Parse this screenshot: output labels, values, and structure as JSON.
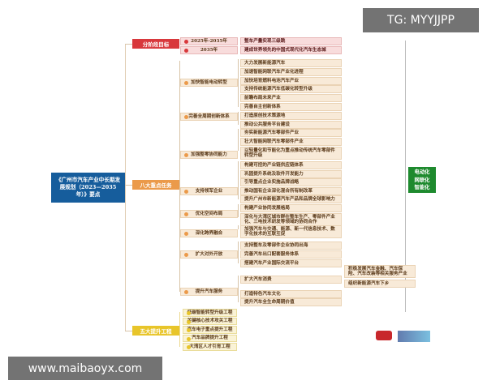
{
  "root": "《广州市汽车产业中长期发展规划（2023—2035年）》要点",
  "categories": [
    {
      "label": "分阶段目标",
      "color": "#d8383c"
    },
    {
      "label": "八大重点任务",
      "color": "#eb9a4a"
    },
    {
      "label": "五大提升工程",
      "color": "#e8c52a"
    }
  ],
  "stage_goals": [
    {
      "period": "2025年-2035年",
      "goal": "整车产量实现三级跳"
    },
    {
      "period": "2035年",
      "goal": "建成世界领先的中国式现代化汽车生态城"
    }
  ],
  "tasks": [
    {
      "label": "加快智能电动转型",
      "items": [
        "大力发展新能源汽车",
        "加速智能网联汽车产业化进程",
        "加快培育燃料电池汽车产业",
        "支持传统能源汽车低碳化转型升级",
        "前瞻布局未来产业",
        "完善自主创新体系"
      ]
    },
    {
      "label": "完善全周期创新体系",
      "items": [
        "打造原创技术策源地",
        "推动公共服务平台建设"
      ]
    },
    {
      "label": "加强整零协同能力",
      "items": [
        "夯实新能源汽车零部件产业",
        "壮大智能网联汽车零部件产业",
        "以轻量化和节能化为重点推动传统汽车零部件转型升级"
      ]
    },
    {
      "label": "支持领军企业",
      "items": [
        "构建可控的产业链供应链体系",
        "巩固提升系统及软件开发能力",
        "引导重点企业实施品牌战略",
        "推动国有企业深化混合所有制改革",
        "提升广州市新能源汽车产品和品牌全球影响力"
      ]
    },
    {
      "label": "优化空间布局",
      "items": [
        "构建产业协同发展格局",
        "深化与大湾区城市群在整车生产、零部件产业化、三电技术研发等领域的协同合作"
      ]
    },
    {
      "label": "深化跨界融合",
      "items": [
        "加强汽车与交通、能源、新一代信息技术、数字化技术的互联互促"
      ]
    },
    {
      "label": "扩大对外开放",
      "items": [
        "支持整车及零部件企业协同出海",
        "完善汽车出口配套服务体系",
        "搭建汽车产业国际交流平台"
      ]
    },
    {
      "label": "提升汽车服务",
      "items": [
        "扩大汽车消费",
        "打造特色汽车文化",
        "提升汽车全生命周期价值"
      ],
      "sub_items": [
        "积极发展汽车金融、汽车保险、汽车改装等相关服务产业",
        "组织新能源汽车下乡"
      ]
    }
  ],
  "projects": [
    "低碳智能转型升级工程",
    "关键核心技术攻关工程",
    "汽车电子重点提升工程",
    "汽车品牌提升工程",
    "大湾区人才引育工程"
  ],
  "summary": [
    "电动化",
    "网联化",
    "智能化"
  ],
  "colors": {
    "green": "#1e8a2e",
    "root": "#165d9c"
  },
  "watermarks": {
    "top": "TG: MYYJJPP",
    "bottom": "www.maibaoyx.com"
  }
}
